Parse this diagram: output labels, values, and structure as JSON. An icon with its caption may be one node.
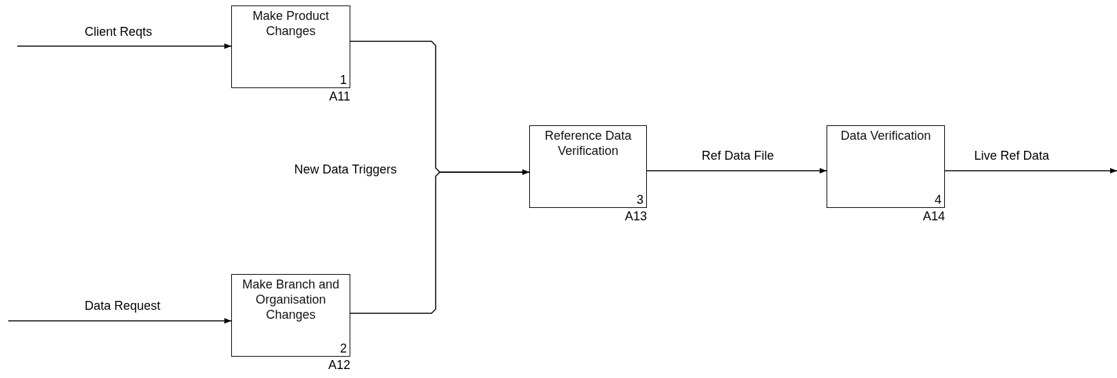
{
  "diagram": {
    "nodes": [
      {
        "text": [
          "Make Product Changes",
          "1"
        ],
        "beside": [
          "A11"
        ]
      },
      {
        "text": [
          "Make Branch and Organisation Changes",
          "2"
        ],
        "beside": [
          "A12"
        ]
      },
      {
        "text": [
          "Reference Data Verification",
          "3"
        ],
        "beside": [
          "A13"
        ]
      },
      {
        "text": [
          "Data Verification",
          "4"
        ],
        "beside": [
          "A14"
        ]
      }
    ],
    "edges": [
      {
        "from": null,
        "to": 0,
        "arrow": "to",
        "label": "Client Reqts"
      },
      {
        "from": null,
        "to": 1,
        "arrow": "to",
        "label": "Data Request"
      },
      {
        "from": 0,
        "to": 2,
        "arrow": "to",
        "label": "New Data Triggers"
      },
      {
        "from": 1,
        "to": 2,
        "arrow": "to"
      },
      {
        "from": 2,
        "to": 3,
        "arrow": "to",
        "label": "Ref Data File"
      },
      {
        "from": 3,
        "to": null,
        "arrow": "to",
        "label": "Live Ref Data"
      }
    ]
  }
}
